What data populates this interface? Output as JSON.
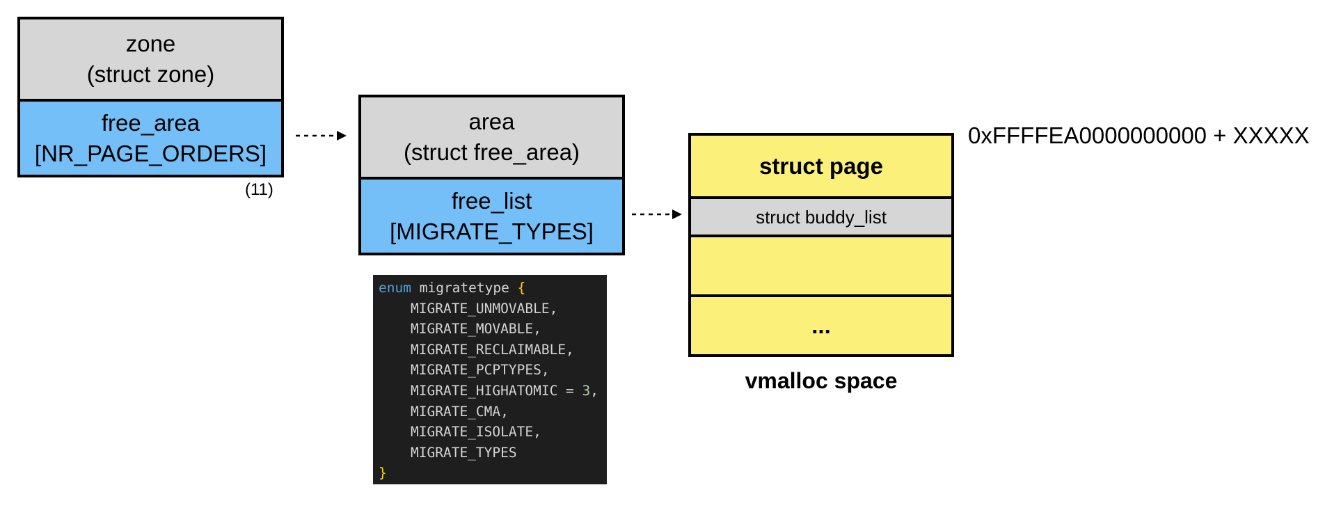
{
  "zone_box": {
    "header_line1": "zone",
    "header_line2": "(struct zone)",
    "body_line1": "free_area",
    "body_line2": "[NR_PAGE_ORDERS]",
    "count_note": "(11)"
  },
  "area_box": {
    "header_line1": "area",
    "header_line2": "(struct free_area)",
    "body_line1": "free_list",
    "body_line2": "[MIGRATE_TYPES]"
  },
  "page_box": {
    "title": "struct page",
    "buddy_list": "struct buddy_list",
    "empty_row": "",
    "ellipsis": "...",
    "caption": "vmalloc space",
    "address": "0xFFFFEA0000000000 + XXXXX"
  },
  "code": {
    "keyword": "enum",
    "type_name": "migratetype",
    "open_brace": "{",
    "members": [
      "MIGRATE_UNMOVABLE,",
      "MIGRATE_MOVABLE,",
      "MIGRATE_RECLAIMABLE,",
      "MIGRATE_PCPTYPES,"
    ],
    "highatomic_name": "MIGRATE_HIGHATOMIC = ",
    "highatomic_value": "3",
    "highatomic_comma": ",",
    "members_after": [
      "MIGRATE_CMA,",
      "MIGRATE_ISOLATE,",
      "MIGRATE_TYPES"
    ],
    "close_brace": "}"
  },
  "colors": {
    "header_gray": "#d6d6d6",
    "body_blue": "#74bff7",
    "page_yellow": "#fbf07a",
    "code_background": "#1e1e1e"
  }
}
